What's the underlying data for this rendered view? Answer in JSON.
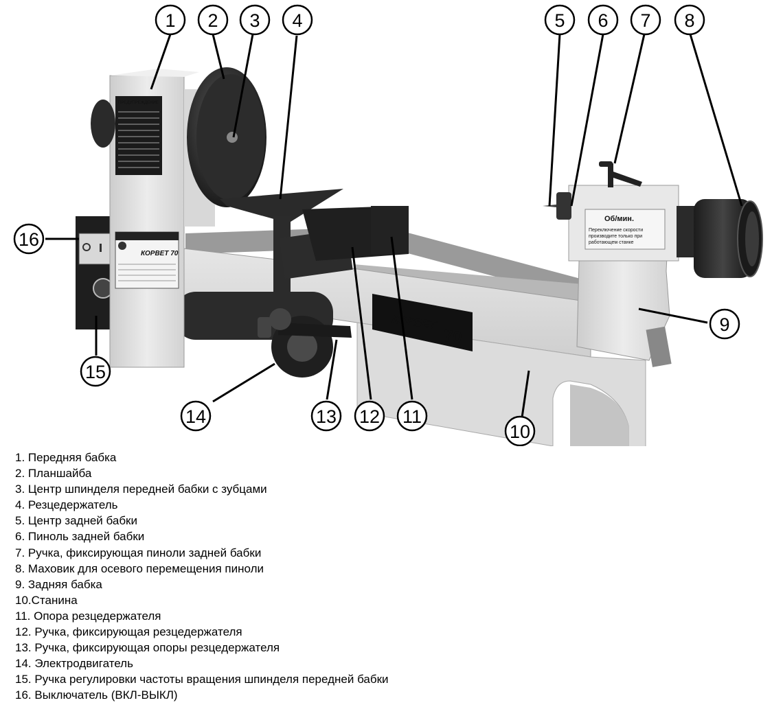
{
  "callouts": [
    "1",
    "2",
    "3",
    "4",
    "5",
    "6",
    "7",
    "8",
    "9",
    "10",
    "11",
    "12",
    "13",
    "14",
    "15",
    "16"
  ],
  "plates": {
    "brand_name": "КОРВЕТ",
    "model": "70",
    "headstock_brand": "КОРВЕТ 70",
    "speed_unit": "Об/мин.",
    "speed_note_1": "Переключение скорости",
    "speed_note_2": "производите только при",
    "speed_note_3": "работающем станке",
    "warning_title": "ПРЕДУПРЕЖДЕНИЕ"
  },
  "legend": [
    "1. Передняя бабка",
    "2. Планшайба",
    "3. Центр шпинделя передней бабки с зубцами",
    "4. Резцедержатель",
    "5. Центр задней бабки",
    "6. Пиноль задней бабки",
    "7. Ручка, фиксирующая пиноли задней бабки",
    "8. Маховик для осевого перемещения пиноли",
    "9. Задняя бабка",
    "10.Станина",
    "11. Опора резцедержателя",
    "12. Ручка, фиксирующая резцедержателя",
    "13. Ручка, фиксирующая опоры резцедержателя",
    "14. Электродвигатель",
    "15. Ручка регулировки частоты вращения шпинделя передней бабки",
    "16. Выключатель (ВКЛ-ВЫКЛ)"
  ]
}
